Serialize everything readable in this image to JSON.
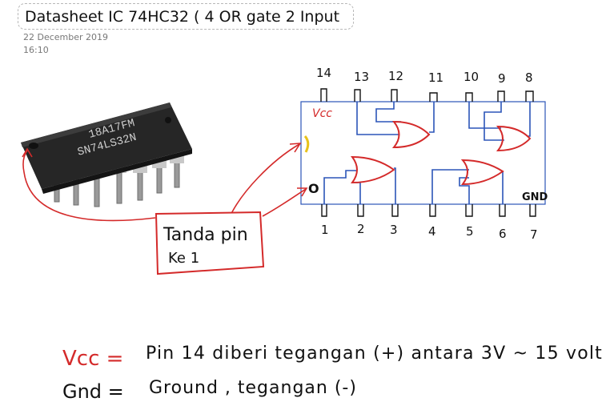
{
  "note": {
    "title": "Datasheet IC 74HC32 ( 4 OR gate  2 Input",
    "date": "22 December  2019",
    "time": "16:10"
  },
  "chip_photo": {
    "line1": "18A17FM",
    "line2": "SN74LS32N"
  },
  "diagram": {
    "top_pins": [
      "14",
      "13",
      "12",
      "11",
      "10",
      "9",
      "8"
    ],
    "bottom_pins": [
      "1",
      "2",
      "3",
      "4",
      "5",
      "6",
      "7"
    ],
    "vcc_label": "Vcc",
    "gnd_label": "GND",
    "pin1_marker": "O"
  },
  "callout": {
    "line1": "Tanda pin",
    "line2": "Ke 1"
  },
  "notes": {
    "vcc_key": "Vcc =",
    "vcc_text": "Pin 14 diberi tegangan (+) antara 3V ~ 15 volt",
    "gnd_key": "Gnd =",
    "gnd_text": "Ground , tegangan (-)"
  },
  "colors": {
    "ink_red": "#d42a2a",
    "ink_black": "#111111",
    "wire_blue": "#2b55b8",
    "ink_yellow": "#e8c21a"
  }
}
